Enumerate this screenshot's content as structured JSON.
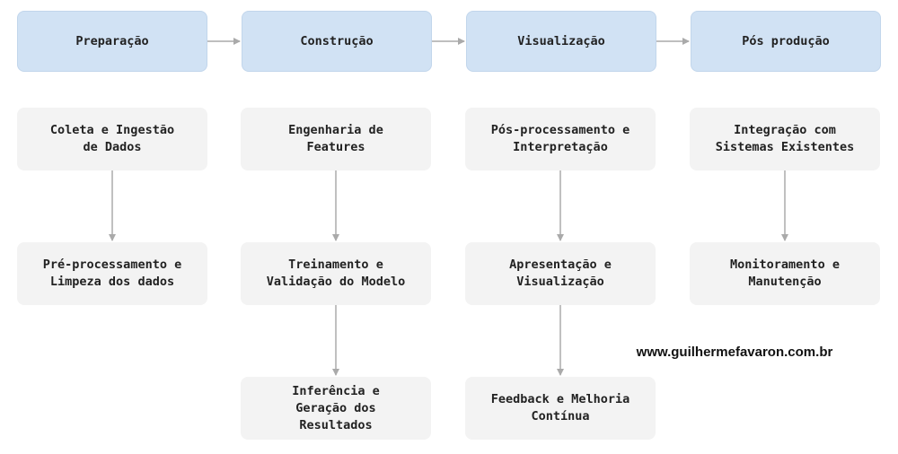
{
  "stages": {
    "s1": "Preparação",
    "s2": "Construção",
    "s3": "Visualização",
    "s4": "Pós produção"
  },
  "tasks": {
    "c1": [
      "Coleta e Ingestão\nde Dados",
      "Pré-processamento e\nLimpeza dos dados"
    ],
    "c2": [
      "Engenharia de\nFeatures",
      "Treinamento e\nValidação do Modelo",
      "Inferência e\nGeração dos\nResultados"
    ],
    "c3": [
      "Pós-processamento e\nInterpretação",
      "Apresentação e\nVisualização",
      "Feedback e Melhoria\nContínua"
    ],
    "c4": [
      "Integração com\nSistemas Existentes",
      "Monitoramento e\nManutenção"
    ]
  },
  "website": "www.guilhermefavaron.com.br",
  "colors": {
    "stage_fill": "#d1e2f4",
    "task_fill": "#f3f3f3",
    "arrow": "#aaaaaa"
  }
}
